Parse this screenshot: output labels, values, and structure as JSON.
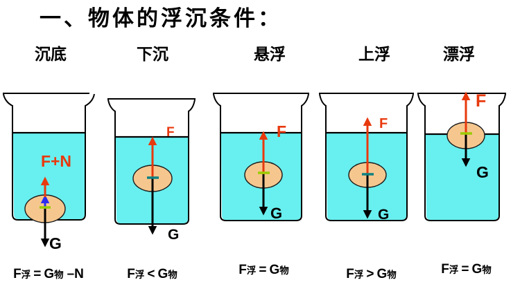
{
  "title": "一、物体的浮沉条件：",
  "colors": {
    "water": "#68EFEF",
    "object": "#F5C78F",
    "buoyancy_arrow": "#E8390D",
    "gravity_arrow": "#000000",
    "normal_arrow": "#2B2BF0",
    "center_mark_green": "#9ACC00",
    "center_mark_teal": "#0F8080",
    "text": "#000000"
  },
  "scenarios": [
    {
      "label": "沉底",
      "forces": {
        "up": "F+N",
        "down": "G"
      },
      "formula": {
        "f": "F",
        "fsub": "浮",
        "op": "=",
        "g": "G",
        "gsub": "物",
        "extra": "–N"
      }
    },
    {
      "label": "下沉",
      "forces": {
        "up": "F",
        "down": "G"
      },
      "formula": {
        "f": "F",
        "fsub": "浮",
        "op": "<",
        "g": "G",
        "gsub": "物",
        "extra": ""
      }
    },
    {
      "label": "悬浮",
      "forces": {
        "up": "F",
        "down": "G"
      },
      "formula": {
        "f": "F",
        "fsub": "浮",
        "op": "=",
        "g": "G",
        "gsub": "物",
        "extra": ""
      }
    },
    {
      "label": "上浮",
      "forces": {
        "up": "F",
        "down": "G"
      },
      "formula": {
        "f": "F",
        "fsub": "浮",
        "op": ">",
        "g": "G",
        "gsub": "物",
        "extra": ""
      }
    },
    {
      "label": "漂浮",
      "forces": {
        "up": "F",
        "down": "G"
      },
      "formula": {
        "f": "F",
        "fsub": "浮",
        "op": "=",
        "g": "G",
        "gsub": "物",
        "extra": ""
      }
    }
  ]
}
